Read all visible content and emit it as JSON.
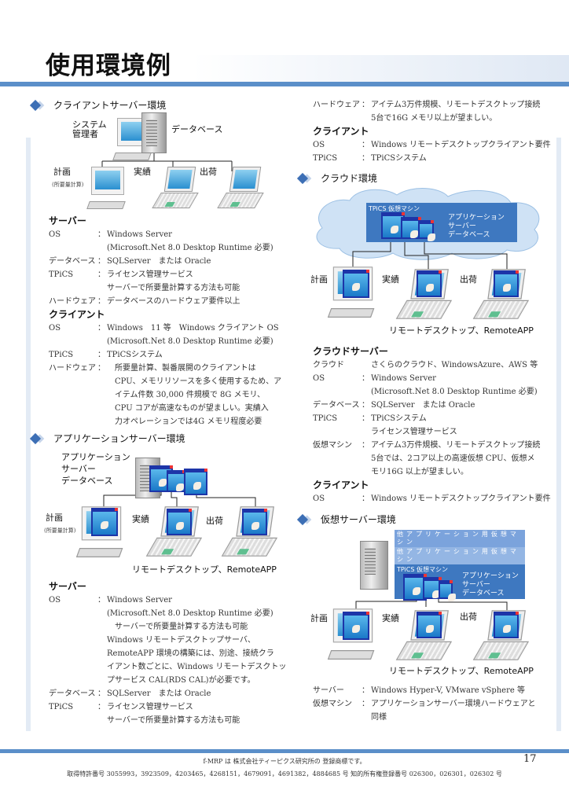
{
  "title": "使用環境例",
  "sections": {
    "client_server": {
      "heading": "クライアントサーバー環境",
      "diagram": {
        "admin": "システム管理者",
        "db": "データベース",
        "plan": "計画",
        "plan_note": "(所要量計算)",
        "actual": "実績",
        "ship": "出荷"
      },
      "server": {
        "heading": "サーバー",
        "rows": [
          {
            "label": "OS",
            "value": "Windows Server"
          },
          {
            "label": "",
            "value": "(Microsoft.Net 8.0 Desktop Runtime 必要)"
          },
          {
            "label": "データベース",
            "value": "SQLServer　または Oracle"
          },
          {
            "label": "TPiCS",
            "value": "ライセンス管理サービス"
          },
          {
            "label": "",
            "value": "サーバーで所要量計算する方法も可能"
          },
          {
            "label": "ハードウェア",
            "value": "データベースのハードウェア要件以上"
          }
        ]
      },
      "client": {
        "heading": "クライアント",
        "rows": [
          {
            "label": "OS",
            "value": "Windows　11 等　Windows クライアント OS"
          },
          {
            "label": "",
            "value": "(Microsoft.Net 8.0 Desktop Runtime 必要)"
          },
          {
            "label": "TPiCS",
            "value": "TPiCSシステム"
          },
          {
            "label": "ハードウェア",
            "value": "　所要量計算、製番展開のクライアントは"
          },
          {
            "label": "",
            "value": "　CPU、メモリリソースを多く使用するため、ア"
          },
          {
            "label": "",
            "value": "　イテム件数 30,000 件規模で 8G メモリ、"
          },
          {
            "label": "",
            "value": "　CPU コアが高速なものが望ましい。実績入"
          },
          {
            "label": "",
            "value": "　力オペレーションでは4G メモリ程度必要"
          }
        ]
      }
    },
    "app_server": {
      "heading": "アプリケーションサーバー環境",
      "diagram": {
        "app1": "アプリケーション",
        "app2": "サーバー",
        "app3": "データベース",
        "plan": "計画",
        "plan_note": "(所要量計算)",
        "actual": "実績",
        "ship": "出荷",
        "remote": "リモートデスクトップ、RemoteAPP"
      },
      "server": {
        "heading": "サーバー",
        "rows": [
          {
            "label": "OS",
            "value": "Windows Server"
          },
          {
            "label": "",
            "value": "(Microsoft.Net 8.0 Desktop Runtime 必要)"
          },
          {
            "label": "",
            "value": "　サーバーで所要量計算する方法も可能"
          },
          {
            "label": "",
            "value": "Windows リモートデスクトップサーバ、"
          },
          {
            "label": "",
            "value": "RemoteAPP 環境の構築には、別途、接続クラ"
          },
          {
            "label": "",
            "value": "イアント数ごとに、Windows リモートデスクトッ"
          },
          {
            "label": "",
            "value": "プサービス CAL(RDS CAL)が必要です。"
          },
          {
            "label": "データベース",
            "value": "SQLServer　または Oracle"
          },
          {
            "label": "TPiCS",
            "value": "ライセンス管理サービス"
          },
          {
            "label": "",
            "value": "サーバーで所要量計算する方法も可能"
          }
        ]
      },
      "hardware": {
        "rows": [
          {
            "label": "ハードウェア",
            "value": "アイテム3万件規模、リモートデスクトップ接続"
          },
          {
            "label": "",
            "value": "5台で16G メモリ以上が望ましい。"
          }
        ]
      },
      "client": {
        "heading": "クライアント",
        "rows": [
          {
            "label": "OS",
            "value": "Windows リモートデスクトップクライアント要件"
          },
          {
            "label": "TPiCS",
            "value": "TPiCSシステム"
          }
        ]
      }
    },
    "cloud": {
      "heading": "クラウド環境",
      "diagram": {
        "vm": "TPiCS 仮想マシン",
        "app1": "アプリケーション",
        "app2": "サーバー",
        "app3": "データベース",
        "plan": "計画",
        "actual": "実績",
        "ship": "出荷",
        "remote": "リモートデスクトップ、RemoteAPP"
      },
      "server": {
        "heading": "クラウドサーバー",
        "rows": [
          {
            "label": "クラウド",
            "value": "さくらのクラウド、WindowsAzure、AWS 等",
            "nocolon": true
          },
          {
            "label": "OS",
            "value": "Windows Server"
          },
          {
            "label": "",
            "value": "(Microsoft.Net 8.0 Desktop Runtime 必要)"
          },
          {
            "label": "データベース",
            "value": "SQLServer　または Oracle"
          },
          {
            "label": "TPiCS",
            "value": "TPiCSシステム"
          },
          {
            "label": "",
            "value": "ライセンス管理サービス"
          },
          {
            "label": "仮想マシン",
            "value": "アイテム3万件規模、リモートデスクトップ接続"
          },
          {
            "label": "",
            "value": "5台では、2コア以上の高速仮想 CPU、仮想メ"
          },
          {
            "label": "",
            "value": "モリ16G 以上が望ましい。"
          }
        ]
      },
      "client": {
        "heading": "クライアント",
        "rows": [
          {
            "label": "OS",
            "value": "Windows リモートデスクトップクライアント要件"
          }
        ]
      }
    },
    "virtual": {
      "heading": "仮想サーバー環境",
      "diagram": {
        "other_vm": "他アプリケーション用仮想マシン",
        "vm": "TPiCS 仮想マシン",
        "app1": "アプリケーション",
        "app2": "サーバー",
        "app3": "データベース",
        "plan": "計画",
        "actual": "実績",
        "ship": "出荷",
        "remote": "リモートデスクトップ、RemoteAPP"
      },
      "rows": [
        {
          "label": "サーバー",
          "value": "Windows Hyper-V, VMware vSphere 等"
        },
        {
          "label": "仮想マシン",
          "value": "アプリケーションサーバー環境ハードウェアと"
        },
        {
          "label": "",
          "value": "同様"
        }
      ]
    }
  },
  "footer": {
    "trademark": "f-MRP は 株式会社ティーピクス研究所の 登録商標です。",
    "patents": "取得特許番号 3055993，3923509，4203465，4268151，4679091，4691382，4884685 号  知的所有権登録番号 026300，026301，026302 号",
    "page": "17"
  },
  "colors": {
    "accent": "#5b8fc9",
    "vm": "#3e78c0",
    "bullet": "#3d6fb5"
  }
}
